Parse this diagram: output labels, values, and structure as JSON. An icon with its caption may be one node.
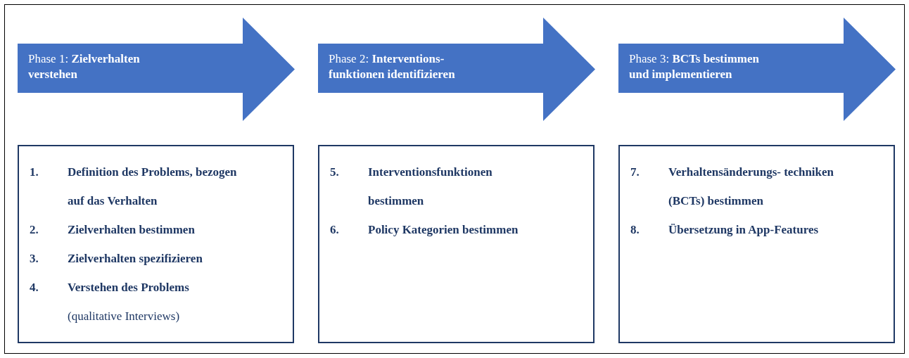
{
  "diagram": {
    "nodes": [
      {
        "text": [
          "Phase 1: **Zielverhalten verstehen**"
        ]
      },
      {
        "text": [
          "Phase 2: **Interventions- funktionen identifizieren**"
        ]
      },
      {
        "text": [
          "Phase 3: **BCTs bestimmen und implementieren**"
        ]
      },
      {
        "text": [
          "1.",
          "**Definition des Problems, bezogen auf das Verhalten**",
          "2.",
          "**Zielverhalten bestimmen**",
          "3.",
          "**Zielverhalten spezifizieren**",
          "4.",
          "**Verstehen des Problems** (qualitative Interviews)"
        ]
      },
      {
        "text": [
          "5.",
          "**Interventionsfunktionen bestimmen**",
          "6.",
          "**Policy Kategorien bestimmen**"
        ]
      },
      {
        "text": [
          "7.",
          "**Verhaltensänderungs- techniken (BCTs) bestimmen**",
          "8.",
          "**Übersetzung in App-Features**"
        ]
      }
    ]
  }
}
